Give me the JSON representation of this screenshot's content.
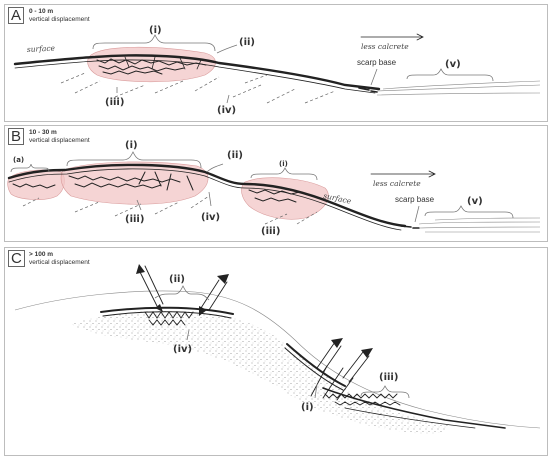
{
  "panels": [
    {
      "letter": "A",
      "displacement": "0 - 10 m",
      "displacement_label": "vertical displacement",
      "labels": {
        "i": "(i)",
        "ii": "(ii)",
        "iii": "(iii)",
        "iv": "(iv)",
        "v": "(v)"
      },
      "surface": "surface",
      "less_calcrete": "less calcrete",
      "scarp_base": "scarp base"
    },
    {
      "letter": "B",
      "displacement": "10 - 30 m",
      "displacement_label": "vertical displacement",
      "labels": {
        "a": "(a)",
        "i": "(i)",
        "i_small": "(i)",
        "ii": "(ii)",
        "iii": "(iii)",
        "iii_second": "(iii)",
        "iv": "(iv)",
        "v": "(v)"
      },
      "surface": "surface",
      "less_calcrete": "less calcrete",
      "scarp_base": "scarp base"
    },
    {
      "letter": "C",
      "displacement": "> 100 m",
      "displacement_label": "vertical displacement",
      "labels": {
        "i": "(i)",
        "ii": "(ii)",
        "iii": "(iii)",
        "iv": "(iv)"
      }
    }
  ],
  "colors": {
    "pink_shading": "#f1c6c6",
    "line": "#222222",
    "panel_border": "#bdbdbd"
  }
}
